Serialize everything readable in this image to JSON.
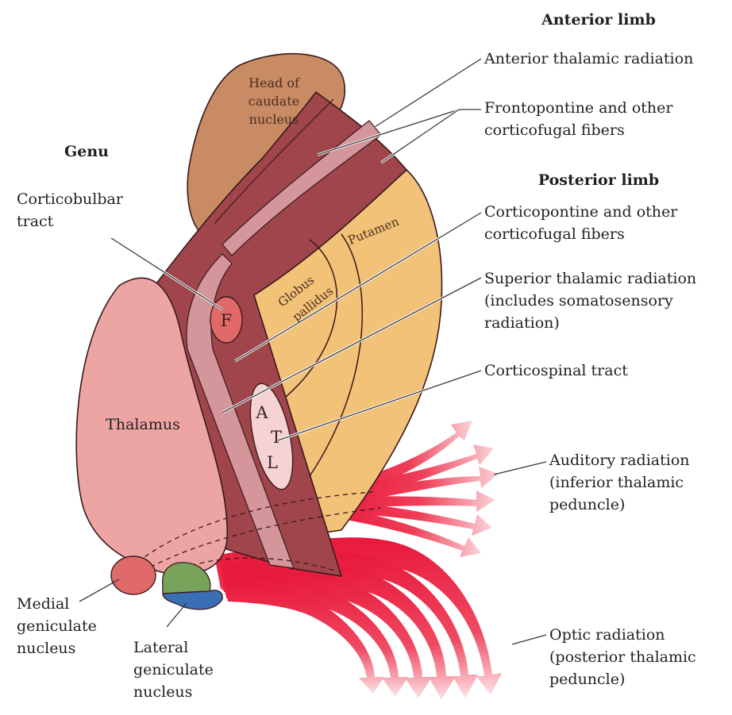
{
  "headers": {
    "anterior_limb": "Anterior limb",
    "posterior_limb": "Posterior limb",
    "genu": "Genu"
  },
  "structures": {
    "caudate": [
      "Head of",
      "caudate",
      "nucleus"
    ],
    "thalamus": "Thalamus",
    "putamen": "Putamen",
    "globus_pallidus": [
      "Globus",
      "pallidus"
    ],
    "fibers_F": "F",
    "fibers_A": "A",
    "fibers_T": "T",
    "fibers_L": "L"
  },
  "labels": {
    "corticobulbar": [
      "Corticobulbar",
      "tract"
    ],
    "anterior_thalamic": "Anterior thalamic radiation",
    "frontopontine": [
      "Frontopontine and other",
      "corticofugal fibers"
    ],
    "corticopontine": [
      "Corticopontine and other",
      "corticofugal fibers"
    ],
    "superior_thalamic": [
      "Superior thalamic radiation",
      "(includes somatosensory",
      "radiation)"
    ],
    "corticospinal": "Corticospinal tract",
    "auditory": [
      "Auditory radiation",
      "(inferior thalamic",
      "peduncle)"
    ],
    "optic": [
      "Optic radiation",
      "(posterior thalamic",
      "peduncle)"
    ],
    "medial_geniculate": [
      "Medial",
      "geniculate",
      "nucleus"
    ],
    "lateral_geniculate": [
      "Lateral",
      "geniculate",
      "nucleus"
    ]
  },
  "colors": {
    "caudate": "#c98b63",
    "capsule": "#a0454c",
    "tract_light": "#d4969a",
    "lentiform": "#f2c278",
    "thalamus": "#eda5a4",
    "fiber_red": "#e8183c",
    "medial_geniculate": "#e06a6a",
    "lateral_geniculate_green": "#77a35a",
    "lateral_geniculate_blue": "#3b6fb5",
    "outline": "#3a1a1c"
  }
}
